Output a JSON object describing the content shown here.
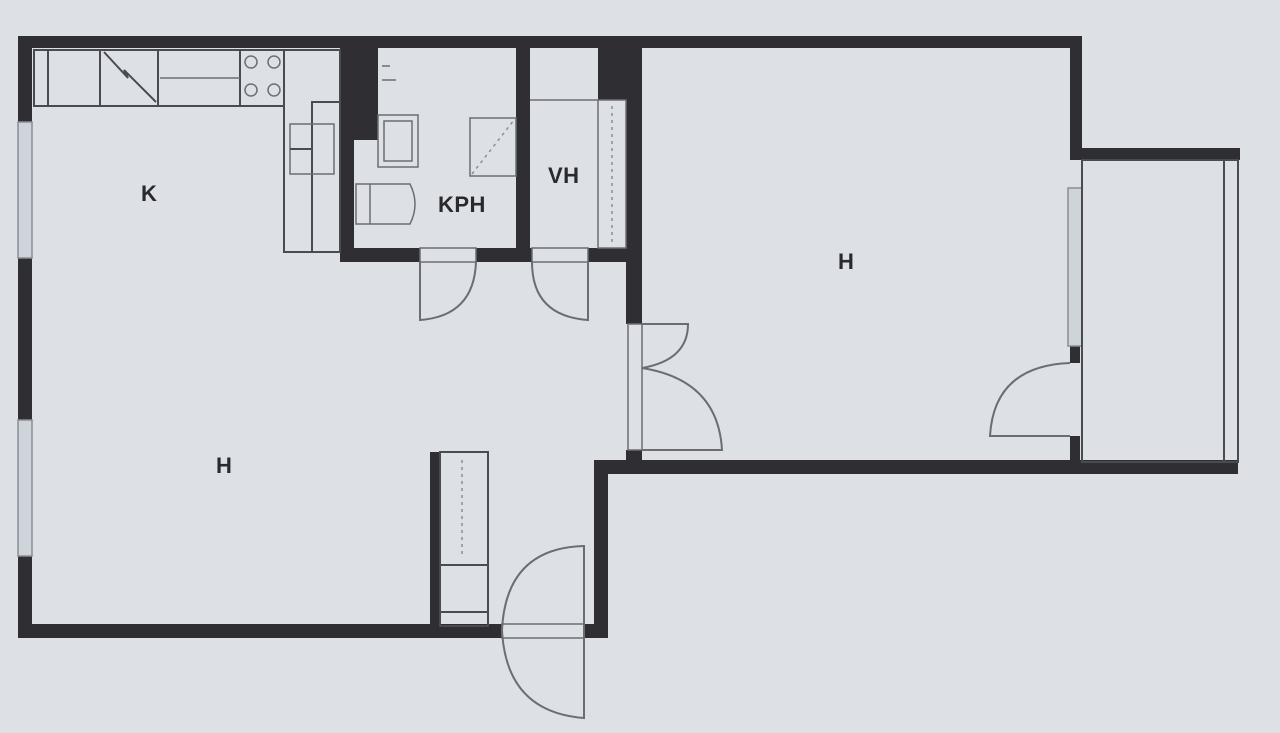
{
  "floorplan": {
    "rooms": [
      {
        "id": "kitchen",
        "label": "K"
      },
      {
        "id": "bathroom",
        "label": "KPH"
      },
      {
        "id": "walk-in-closet",
        "label": "VH"
      },
      {
        "id": "bedroom",
        "label": "H"
      },
      {
        "id": "living-room",
        "label": "H"
      }
    ],
    "colors": {
      "wall": "#2f2f33",
      "background": "#dde1e6",
      "fixture_lines": "#6b6d73"
    }
  }
}
